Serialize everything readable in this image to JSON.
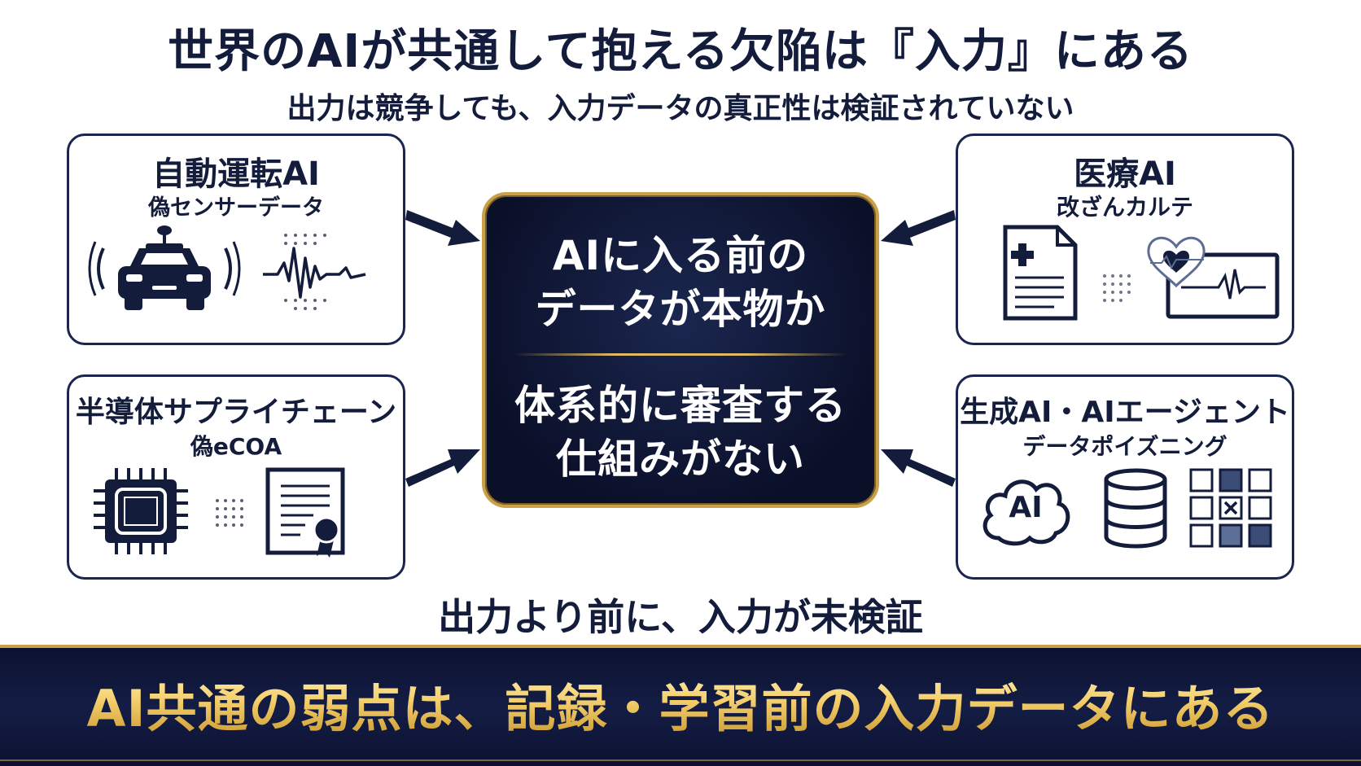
{
  "title": "世界のAIが共通して抱える欠陥は『入力』にある",
  "subtitle": "出力は競争しても、入力データの真正性は検証されていない",
  "cards": {
    "top_left": {
      "title": "自動運転AI",
      "subtitle": "偽センサーデータ"
    },
    "bottom_left": {
      "title": "半導体サプライチェーン",
      "subtitle": "偽eCOA"
    },
    "top_right": {
      "title": "医療AI",
      "subtitle": "改ざんカルテ"
    },
    "bottom_right": {
      "title": "生成AI・AIエージェント",
      "subtitle": "データポイズニング",
      "cloud_label": "AI"
    }
  },
  "center": {
    "line1": "AIに入る前の",
    "line2": "データが本物か",
    "line3": "体系的に審査する",
    "line4": "仕組みがない"
  },
  "bottom_line": "出力より前に、入力が未検証",
  "banner": "AI共通の弱点は、記録・学習前の入力データにある",
  "colors": {
    "navy": "#141c3c",
    "gold": "#c9a04a",
    "white": "#ffffff"
  }
}
